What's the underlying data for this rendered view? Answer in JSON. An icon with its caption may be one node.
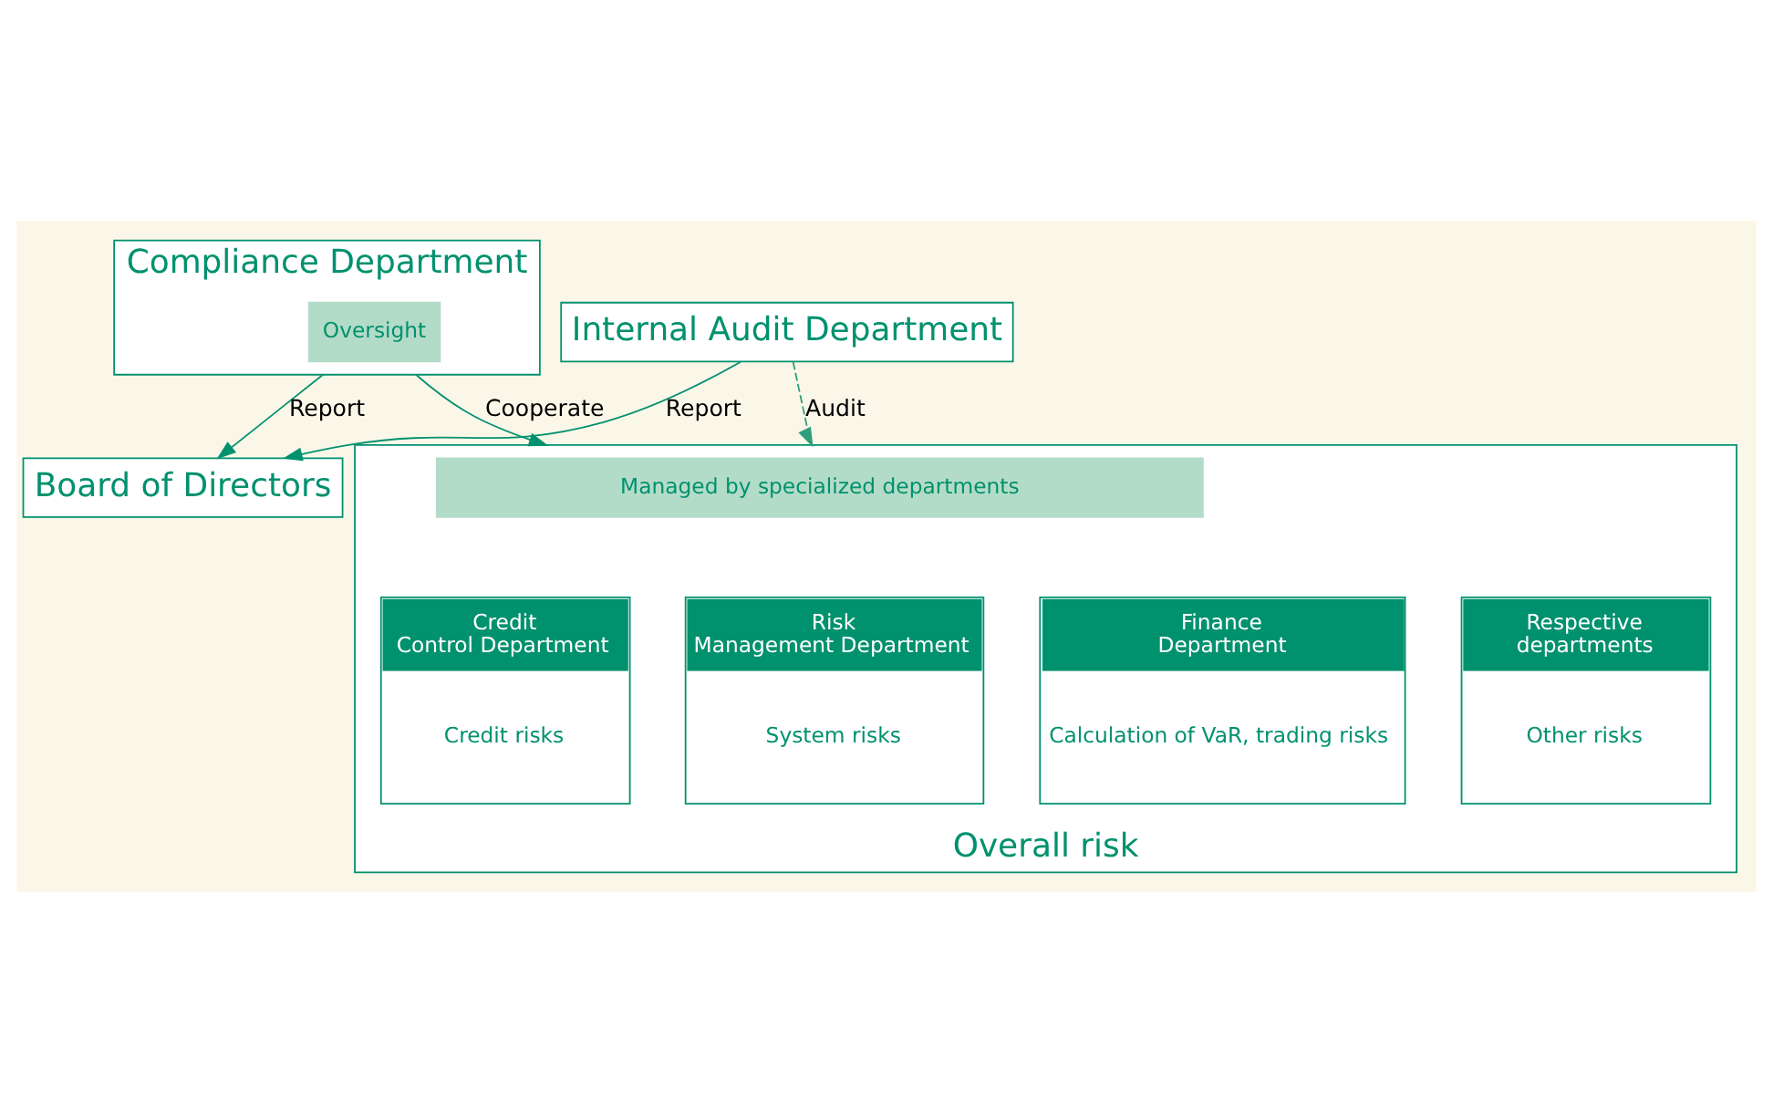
{
  "diagram": {
    "nodes": [
      {
        "text": [
          "Board of Directors"
        ]
      },
      {
        "text": [
          "Compliance Department"
        ]
      },
      {
        "text": [
          "Oversight"
        ],
        "in": 1
      },
      {
        "text": [
          "Overall risk"
        ]
      },
      {
        "text": [
          "Managed by specialized departments"
        ],
        "in": 3
      },
      {
        "text": [
          "Credit Control Department",
          "Credit risks"
        ],
        "in": 3
      },
      {
        "text": [
          "Risk Management Department",
          "System risks"
        ],
        "in": 3
      },
      {
        "text": [
          "Finance Department",
          "Calculation of VaR, trading risks"
        ],
        "in": 3
      },
      {
        "text": [
          "Respective departments",
          "Other risks"
        ],
        "in": 3
      },
      {
        "text": [
          "Internal Audit Department"
        ]
      }
    ],
    "edges": [
      {
        "from": 1,
        "to": 0,
        "arrow": "to",
        "label": "Report"
      },
      {
        "from": 1,
        "to": 3,
        "arrow": "to",
        "label": "Cooperate"
      },
      {
        "from": 9,
        "to": 0,
        "arrow": "to",
        "label": "Report"
      },
      {
        "from": 9,
        "to": 3,
        "arrow": "to",
        "label": "Audit",
        "style": "dashed",
        "color": "#2e9e7c"
      }
    ]
  }
}
